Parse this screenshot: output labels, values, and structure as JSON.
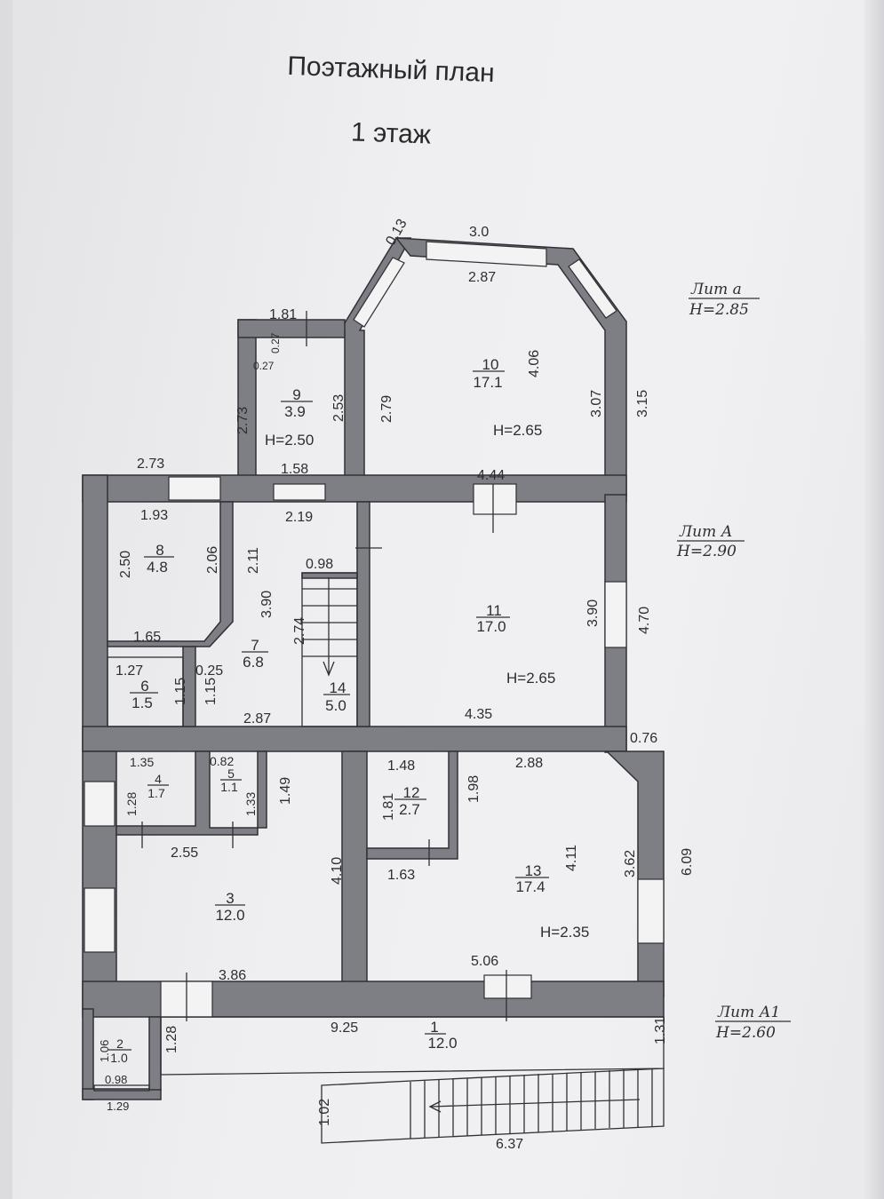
{
  "title": {
    "line1": "Поэтажный план",
    "line2": "1 этаж"
  },
  "lit_labels": [
    {
      "name": "Лит  а",
      "height": "H=2.85"
    },
    {
      "name": "Лит  А",
      "height": "H=2.90"
    },
    {
      "name": "Лит  А1",
      "height": "H=2.60"
    }
  ],
  "rooms": [
    {
      "no": "1",
      "area": "12.0"
    },
    {
      "no": "2",
      "area": "1.0"
    },
    {
      "no": "3",
      "area": "12.0"
    },
    {
      "no": "4",
      "area": "1.7"
    },
    {
      "no": "5",
      "area": "1.1"
    },
    {
      "no": "6",
      "area": "1.5"
    },
    {
      "no": "7",
      "area": "6.8"
    },
    {
      "no": "8",
      "area": "4.8"
    },
    {
      "no": "9",
      "area": "3.9"
    },
    {
      "no": "10",
      "area": "17.1"
    },
    {
      "no": "11",
      "area": "17.0"
    },
    {
      "no": "12",
      "area": "2.7"
    },
    {
      "no": "13",
      "area": "17.4"
    },
    {
      "no": "14",
      "area": "5.0"
    }
  ],
  "heights": [
    "H=2.50",
    "H=2.65",
    "H=2.65",
    "H=2.35"
  ],
  "dimensions": [
    "0.13",
    "3.0",
    "2.87",
    "1.81",
    "0.27",
    "0.27",
    "2.73",
    "2.53",
    "2.79",
    "4.06",
    "3.07",
    "3.15",
    "1.58",
    "2.73",
    "4.44",
    "2.19",
    "1.93",
    "2.50",
    "2.06",
    "2.11",
    "0.98",
    "3.90",
    "2.74",
    "3.90",
    "4.70",
    "1.65",
    "1.27",
    "0.25",
    "1.15",
    "1.15",
    "2.87",
    "4.35",
    "0.76",
    "1.35",
    "0.82",
    "1.48",
    "2.88",
    "1.28",
    "1.33",
    "1.49",
    "1.81",
    "1.98",
    "2.55",
    "4.10",
    "1.63",
    "4.11",
    "3.62",
    "6.09",
    "5.06",
    "3.86",
    "9.25",
    "1.31",
    "1.06",
    "1.28",
    "0.98",
    "1.29",
    "1.02",
    "6.37"
  ]
}
